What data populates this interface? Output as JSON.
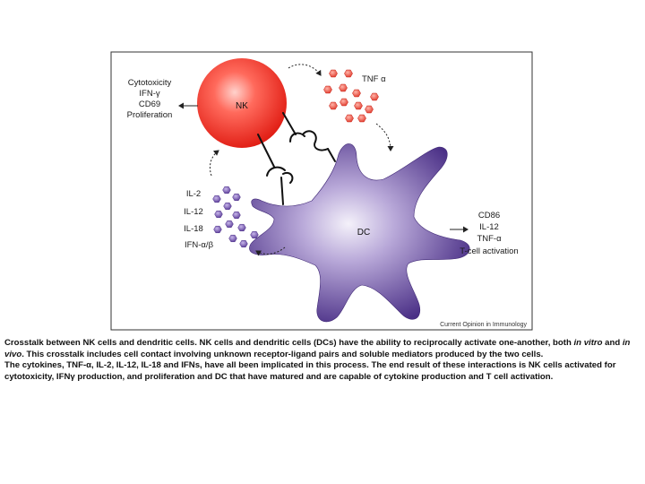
{
  "figure": {
    "nk_cell": {
      "label": "NK",
      "color": "#e8201a",
      "outputs": [
        "Cytotoxicity",
        "IFN-γ",
        "CD69",
        "Proliferation"
      ]
    },
    "dc_cell": {
      "label": "DC",
      "color": "#5a3d93",
      "outputs": [
        "CD86",
        "IL-12",
        "TNF-α",
        "T-cell activation"
      ]
    },
    "tnf_label": "TNF α",
    "tnf_color": "#e8453a",
    "dc_cytokines": [
      "IL-2",
      "IL-12",
      "IL-18",
      "IFN-α/β"
    ],
    "cytokine_color": "#6a4aa6",
    "credit": "Current Opinion in Immunology"
  },
  "caption": {
    "p1_a": "Crosstalk between NK cells and dendritic cells. NK cells and dendritic cells (DCs) have the ability to reciprocally activate one-another, both ",
    "p1_b": "in vitro",
    "p1_c": " and ",
    "p1_d": "in vivo",
    "p1_e": ". This crosstalk includes cell contact involving unknown receptor-ligand pairs and soluble mediators produced by the two cells.",
    "p2": "The cytokines, TNF-α, IL-2, IL-12, IL-18 and IFNs, have all been implicated in this process. The end result of these interactions is NK cells activated for cytotoxicity, IFNγ production, and proliferation and DC that have matured and are capable of cytokine production and T cell activation."
  }
}
